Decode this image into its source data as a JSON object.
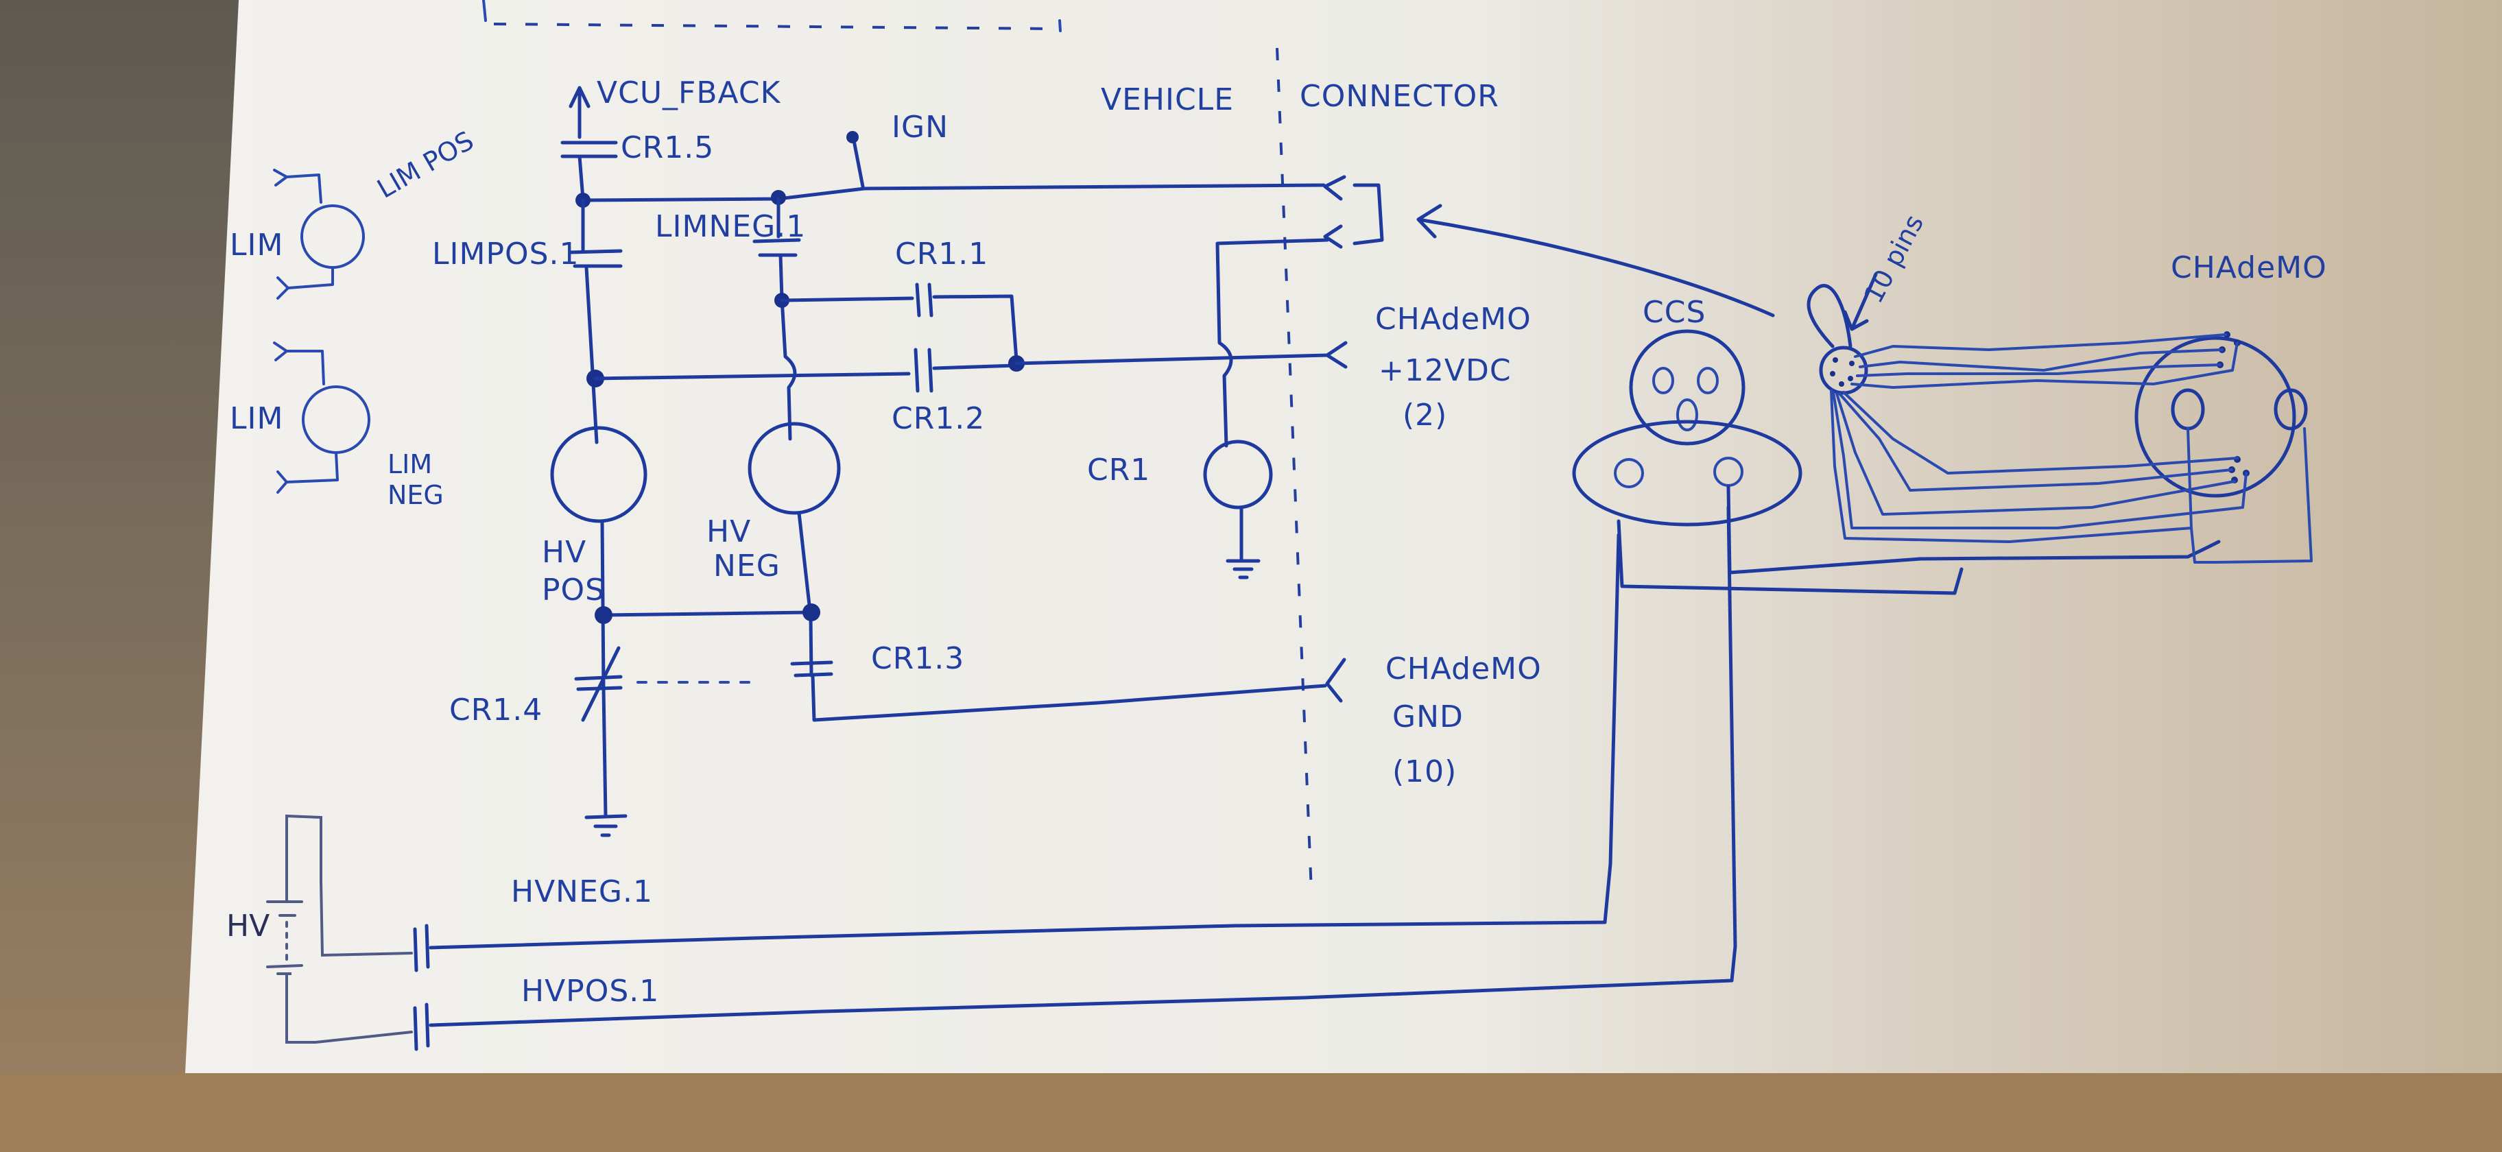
{
  "diagram": {
    "title": "Hand-drawn EV charging contactor / CHAdeMO-CCS adapter wiring schematic",
    "colors": {
      "ink": "#1f3a9e",
      "paper": "#eeece6",
      "desk": "#8a7a62"
    },
    "sections": {
      "vehicle": "VEHICLE",
      "connector": "CONNECTOR"
    },
    "signals": {
      "vcu_fback": "VCU_FBACK",
      "ign": "IGN"
    },
    "contacts": {
      "cr1_5": "CR1.5",
      "limpos_1": "LIMPOS.1",
      "limneg_1": "LIMNEG.1",
      "cr1_1": "CR1.1",
      "cr1_2": "CR1.2",
      "cr1_3": "CR1.3",
      "cr1_4": "CR1.4",
      "hvneg_1": "HVNEG.1",
      "hvpos_1": "HVPOS.1"
    },
    "coils": {
      "lim_pos": {
        "label": "LIM",
        "sub": "LIM POS"
      },
      "lim_neg": {
        "label": "LIM",
        "sub1": "LIM",
        "sub2": "NEG"
      },
      "hv_pos": {
        "line1": "HV",
        "line2": "POS"
      },
      "hv_neg": {
        "line1": "HV",
        "line2": "NEG"
      },
      "cr1": "CR1"
    },
    "battery": {
      "label": "HV"
    },
    "pins": {
      "chademo_12v": {
        "line1": "CHAdeMO",
        "line2": "+12VDC",
        "line3": "(2)"
      },
      "chademo_gnd": {
        "line1": "CHAdeMO",
        "line2": "GND",
        "line3": "(10)"
      }
    },
    "connectors": {
      "ccs": "CCS",
      "pins_note": "10 pins",
      "chademo": "CHAdeMO"
    }
  }
}
